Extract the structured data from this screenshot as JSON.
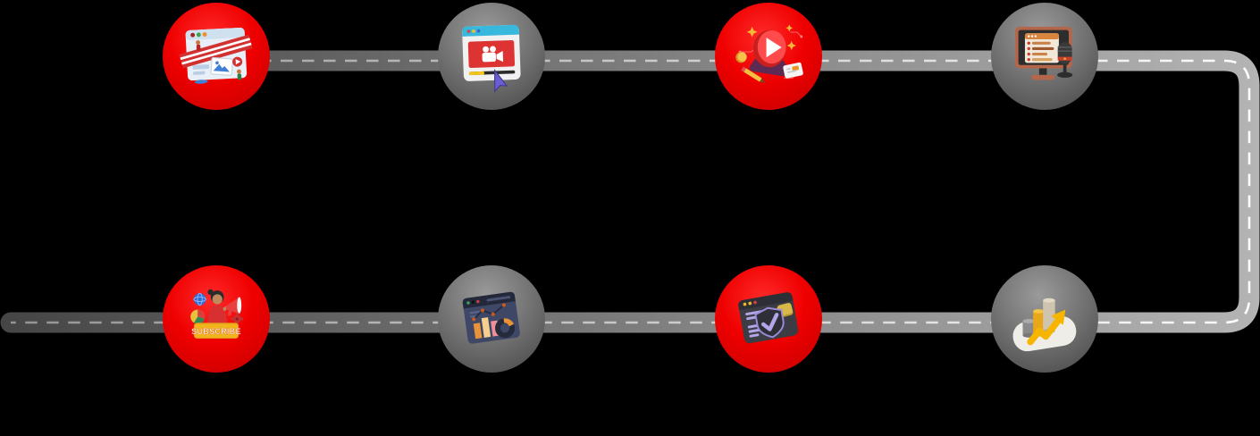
{
  "page": {
    "kind": "roadmap-infographic",
    "background_color": "#000000",
    "description": "Eight-step roadmap: two horizontal road lanes joined by a curve on the right, with alternating red and gray circular 3D icon badges"
  },
  "road": {
    "surface_color_dark_end": "#474747",
    "surface_color_light_end": "#b4b4b4",
    "center_line_color": "#ffffff",
    "center_line_style": "dashed",
    "path": "top lane left-to-right, rounded corner down right edge, bottom lane right-to-left ending with round cap at far left"
  },
  "colors": {
    "node_red": "#ef0000",
    "node_gray": "#6e6e6e",
    "subscribe_banner_yellow": "#f2b41c"
  },
  "nodes": [
    {
      "id": 1,
      "row": "top",
      "column": 1,
      "variant": "red",
      "icon": "browser-channel-setup-illustration"
    },
    {
      "id": 2,
      "row": "top",
      "column": 2,
      "variant": "gray",
      "icon": "video-player-window-illustration"
    },
    {
      "id": 3,
      "row": "top",
      "column": 3,
      "variant": "red",
      "icon": "play-button-promotion-illustration"
    },
    {
      "id": 4,
      "row": "top",
      "column": 4,
      "variant": "gray",
      "icon": "monitor-checklist-microphone-illustration"
    },
    {
      "id": 5,
      "row": "bottom",
      "column": 1,
      "variant": "red",
      "icon": "subscribe-megaphone-illustration",
      "label": "SUBSCRIBE"
    },
    {
      "id": 6,
      "row": "bottom",
      "column": 2,
      "variant": "gray",
      "icon": "analytics-dashboard-illustration"
    },
    {
      "id": 7,
      "row": "bottom",
      "column": 3,
      "variant": "red",
      "icon": "verified-shield-browser-illustration"
    },
    {
      "id": 8,
      "row": "bottom",
      "column": 4,
      "variant": "gray",
      "icon": "growth-bar-chart-arrow-illustration"
    }
  ]
}
